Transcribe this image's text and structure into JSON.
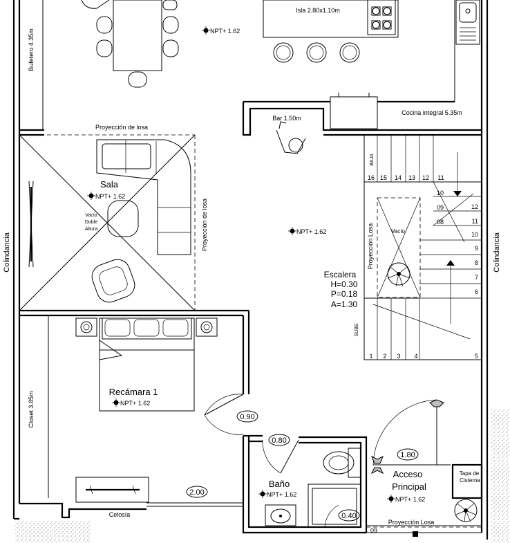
{
  "labels": {
    "isla": "Isla 2.80x1.10m",
    "bufetero": "Bufetero 4.35m",
    "bar": "Bar 1.50m",
    "cocina": "Cocina integral 5.35m",
    "proyeccion_losa_top": "Proyección de losa",
    "proyeccion_losa_side": "Proyección de losa",
    "proyeccion_losa_stair": "Proyección Losa",
    "proyeccion_losa_bottom": "Proyección Losa",
    "sala": "Sala",
    "vacio_doble": [
      "Vacío",
      "Doble",
      "Altura"
    ],
    "vacio_stair": "Vacío",
    "colindancia_left": "Colindancia",
    "colindancia_right": "Colindancia",
    "escalera": [
      "Escalera",
      "H=0.30",
      "P=0.18",
      "A=1.30"
    ],
    "baja": "BAJA",
    "sube": "SUBE",
    "recamara": "Recámara 1",
    "closet": "Closet 3.85m",
    "bano": "Baño",
    "acceso": [
      "Acceso",
      "Principal"
    ],
    "tapa": [
      "Tapa de",
      "Cisterna"
    ],
    "celosia": "Celosía",
    "npt": "NPT+ 1.62"
  },
  "dimensions": {
    "d090": "0.90",
    "d080": "0.80",
    "d180": "1.80",
    "d200": "2.00",
    "d040": "0.40"
  },
  "stairs": {
    "top_row": [
      "16",
      "15",
      "14",
      "13",
      "12",
      "11"
    ],
    "right_col_upper": [
      "10",
      "09",
      "08"
    ],
    "right_col_outer": [
      "12",
      "11",
      "10",
      "9",
      "8",
      "7",
      "6"
    ],
    "bottom_row": [
      "1",
      "2",
      "3",
      "4",
      "5"
    ],
    "extra": "09"
  }
}
